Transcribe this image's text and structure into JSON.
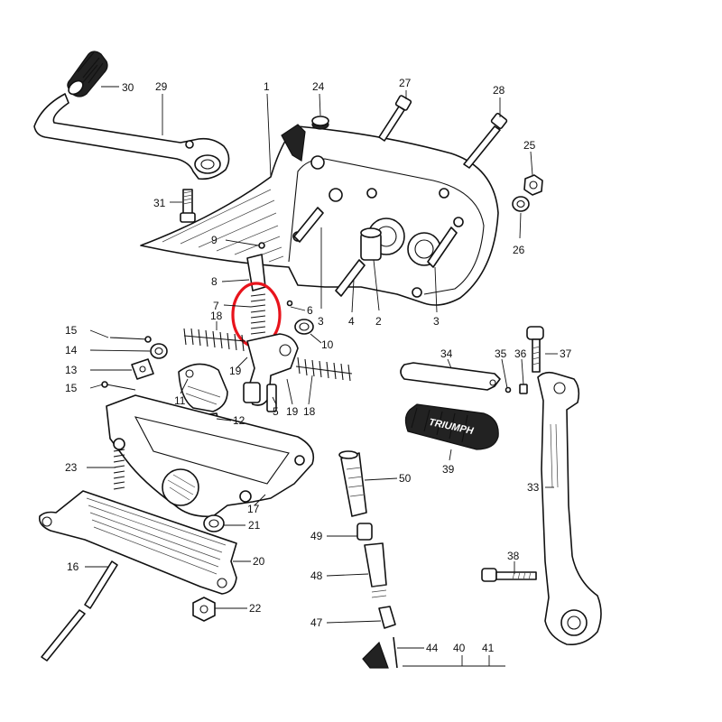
{
  "diagram": {
    "highlight_color": "#e8141c",
    "highlighted_part": "7",
    "grip_text": "TRIUMPH",
    "labels": {
      "p1": "1",
      "p2": "2",
      "p3a": "3",
      "p3b": "3",
      "p4": "4",
      "p5": "5",
      "p6": "6",
      "p7": "7",
      "p8": "8",
      "p9": "9",
      "p10": "10",
      "p11": "11",
      "p12": "12",
      "p13": "13",
      "p14": "14",
      "p15a": "15",
      "p15b": "15",
      "p16": "16",
      "p17": "17",
      "p18a": "18",
      "p18b": "18",
      "p19a": "19",
      "p19b": "19",
      "p20": "20",
      "p21": "21",
      "p22": "22",
      "p23": "23",
      "p24": "24",
      "p25": "25",
      "p26": "26",
      "p27": "27",
      "p28": "28",
      "p29": "29",
      "p30": "30",
      "p31": "31",
      "p33": "33",
      "p34": "34",
      "p35": "35",
      "p36": "36",
      "p37": "37",
      "p38": "38",
      "p39": "39",
      "p40": "40",
      "p41": "41",
      "p44": "44",
      "p47": "47",
      "p48": "48",
      "p49": "49",
      "p50": "50"
    }
  }
}
